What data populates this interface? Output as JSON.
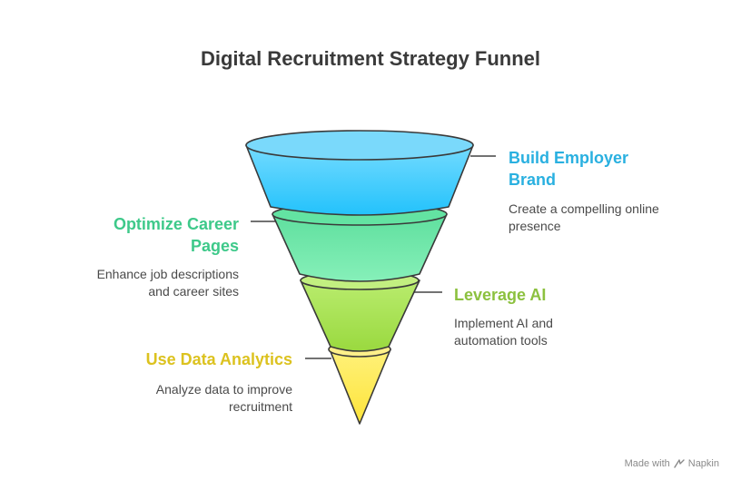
{
  "title": "Digital Recruitment Strategy Funnel",
  "stages": [
    {
      "label_line1": "Build Employer",
      "label_line2": "Brand",
      "desc_line1": "Create a compelling online",
      "desc_line2": "presence",
      "color": "#29b6e0"
    },
    {
      "label_line1": "Optimize Career",
      "label_line2": "Pages",
      "desc_line1": "Enhance job descriptions",
      "desc_line2": "and career sites",
      "color": "#3ec98a"
    },
    {
      "label_line1": "Leverage AI",
      "desc_line1": "Implement AI and",
      "desc_line2": "automation tools",
      "color": "#8cc13f"
    },
    {
      "label_line1": "Use Data Analytics",
      "desc_line1": "Analyze data to improve",
      "desc_line2": "recruitment",
      "color": "#e0c72a"
    }
  ],
  "watermark": {
    "prefix": "Made with",
    "brand": "Napkin"
  }
}
